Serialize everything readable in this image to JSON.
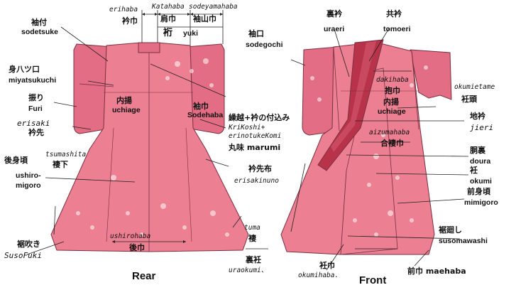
{
  "colors": {
    "body": "#ec7f92",
    "body_dark": "#d9667b",
    "sleeve": "#e26d84",
    "collar": "#b8324a",
    "collar_mid": "#c94a60",
    "stroke": "#7a3040",
    "line": "#222222"
  },
  "captions": {
    "rear": "Rear",
    "front": "Front"
  },
  "labels": {
    "erihaba": "erihaba",
    "erihaba_jp": "衿巾",
    "katahaba": "Katahaba",
    "katahaba_jp": "肩巾",
    "sodeyamahaba": "sodeyamahaba",
    "sodeyamahaba_jp": "袖山巾",
    "yuki_jp": "裄",
    "yuki": "yuki",
    "sodetsuke_jp": "袖付",
    "sodetsuke": "sodetsuke",
    "miyatsukuchi_jp": "身八ツ口",
    "miyatsukuchi": "miyatsukuchi",
    "furi_jp": "振り",
    "furi": "Furi",
    "uchiage_r_jp": "内揚",
    "uchiage_r": "uchiage",
    "erisaki": "erisaki",
    "erisaki_jp": "衿先",
    "tsumashita": "tsumashita",
    "tsumashita_jp": "褄下",
    "ushiromigoro_jp": "後身頃",
    "ushiromigoro1": "ushiro-",
    "ushiromigoro2": "migoro",
    "sodehaba_jp": "袖巾",
    "sodehaba": "Sodehaba",
    "kurikoshi_jp": "繰越+衿の付込み",
    "kurikoshi1": "KriKoshi+",
    "kurikoshi2": "erinotukeKomi",
    "marumi": "丸味 marumi",
    "susofuki_jp": "裾吹き",
    "susofuki": "SusoFuki",
    "ushirohaba": "ushirohaba",
    "ushirohaba_jp": "後巾",
    "tsuma": "tuma",
    "tsuma_jp": "褄",
    "uraokumi_jp": "裏衽",
    "uraokumi": "uraokumi、",
    "uraeri_jp": "裏衿",
    "uraeri": "uraeri",
    "tomoeri_jp": "共衿",
    "tomoeri": "tomoeri",
    "sodegochi_jp": "袖口",
    "sodegochi": "sodegochi",
    "dakihaba": "dakihaba",
    "dakihaba_jp": "抱巾",
    "uchiage_f_jp": "内揚",
    "uchiage_f": "uchiage",
    "okumietame": "okumietame",
    "okumietame_jp": "衽頭",
    "jieri_jp": "地衿",
    "jieri": "jieri",
    "aizumahaba": "aizumahaba",
    "aizumahaba_jp": "合褄巾",
    "doura_jp": "胴裏",
    "doura": "doura",
    "okumi_jp": "衽",
    "okumi": "okumi",
    "erisakinuno_jp": "衿先布",
    "erisakinuno": "erisakinuno",
    "mimigoro_jp": "前身頃",
    "mimigoro": "mimigoro",
    "susomawashi_jp": "裾廻し",
    "susomawashi": "susomawashi",
    "okumihaba_jp": "衽巾",
    "okumihaba": "okumihaba.",
    "maehaba": "前巾 maehaba"
  }
}
